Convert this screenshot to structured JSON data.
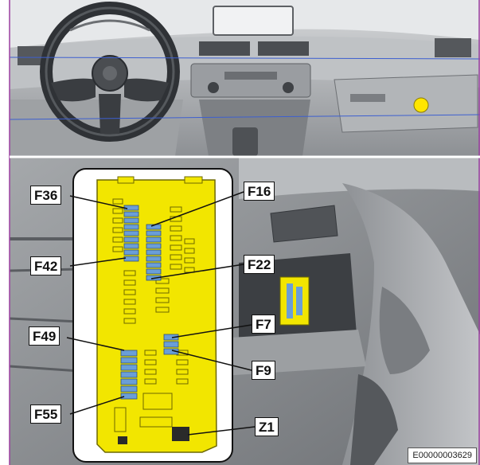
{
  "colors": {
    "frame_border": "#9b3fa0",
    "fuse_box_yellow": "#f2e600",
    "fuse_blue": "#6a9ed8",
    "location_marker_yellow": "#ffe600",
    "leader_line": "#111111"
  },
  "fuse_labels": {
    "f36": "F36",
    "f42": "F42",
    "f49": "F49",
    "f55": "F55",
    "f16": "F16",
    "f22": "F22",
    "f7": "F7",
    "f9": "F9",
    "z1": "Z1"
  },
  "document_id": "E00000003629"
}
